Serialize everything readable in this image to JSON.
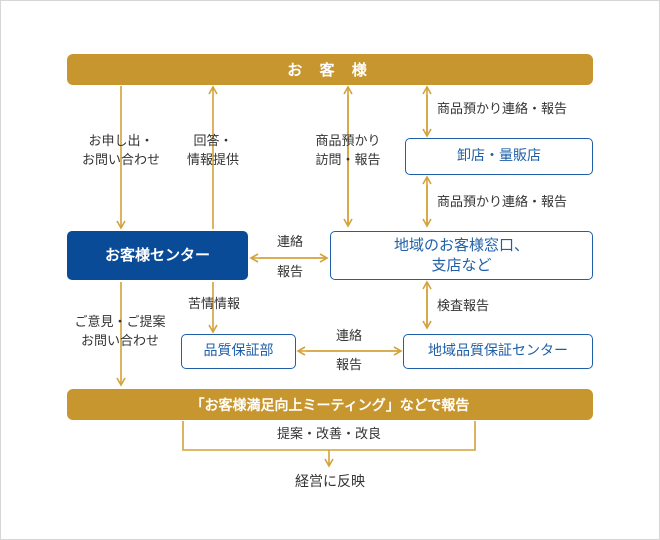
{
  "top_bar": "お 客 様",
  "bottom_bar": "「お客様満足向上ミーティング」などで報告",
  "boxes": {
    "center": "お客様センター",
    "wholesale": "卸店・量販店",
    "regional_line1": "地域のお客様窓口、",
    "regional_line2": "支店など",
    "quality_dept": "品質保証部",
    "regional_quality": "地域品質保証センター"
  },
  "labels": {
    "inquiry_1": "お申し出・",
    "inquiry_2": "お問い合わせ",
    "answer_1": "回答・",
    "answer_2": "情報提供",
    "visit_1": "商品預かり",
    "visit_2": "訪問・報告",
    "contact_report_top": "商品預かり連絡・報告",
    "contact_report_mid": "商品預かり連絡・報告",
    "renraku_1": "連絡",
    "houkoku_1": "報告",
    "complaint": "苦情情報",
    "opinion_1": "ご意見・ご提案",
    "opinion_2": "お問い合わせ",
    "inspection": "検査報告",
    "renraku_2": "連絡",
    "houkoku_2": "報告",
    "proposal": "提案・改善・改良",
    "final": "経営に反映"
  },
  "colors": {
    "gold": "#c8962e",
    "navy": "#0a4b97",
    "blue_outline": "#1f5fa8",
    "arrow": "#d4a23a"
  }
}
